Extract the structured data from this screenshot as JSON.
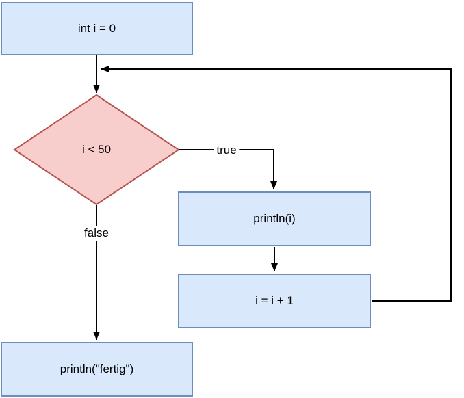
{
  "diagram": {
    "type": "flowchart",
    "nodes": {
      "init": {
        "label": "int i = 0",
        "shape": "process"
      },
      "condition": {
        "label": "i < 50",
        "shape": "decision"
      },
      "print_i": {
        "label": "println(i)",
        "shape": "process"
      },
      "increment": {
        "label": "i = i + 1",
        "shape": "process"
      },
      "print_done": {
        "label": "println(\"fertig\")",
        "shape": "process"
      }
    },
    "edges": {
      "true_label": "true",
      "false_label": "false"
    },
    "colors": {
      "process_fill": "#dae8fc",
      "process_border": "#6c8ebf",
      "decision_fill": "#f8cecc",
      "decision_border": "#b85450",
      "line": "#000000",
      "background": "#ffffff"
    }
  }
}
